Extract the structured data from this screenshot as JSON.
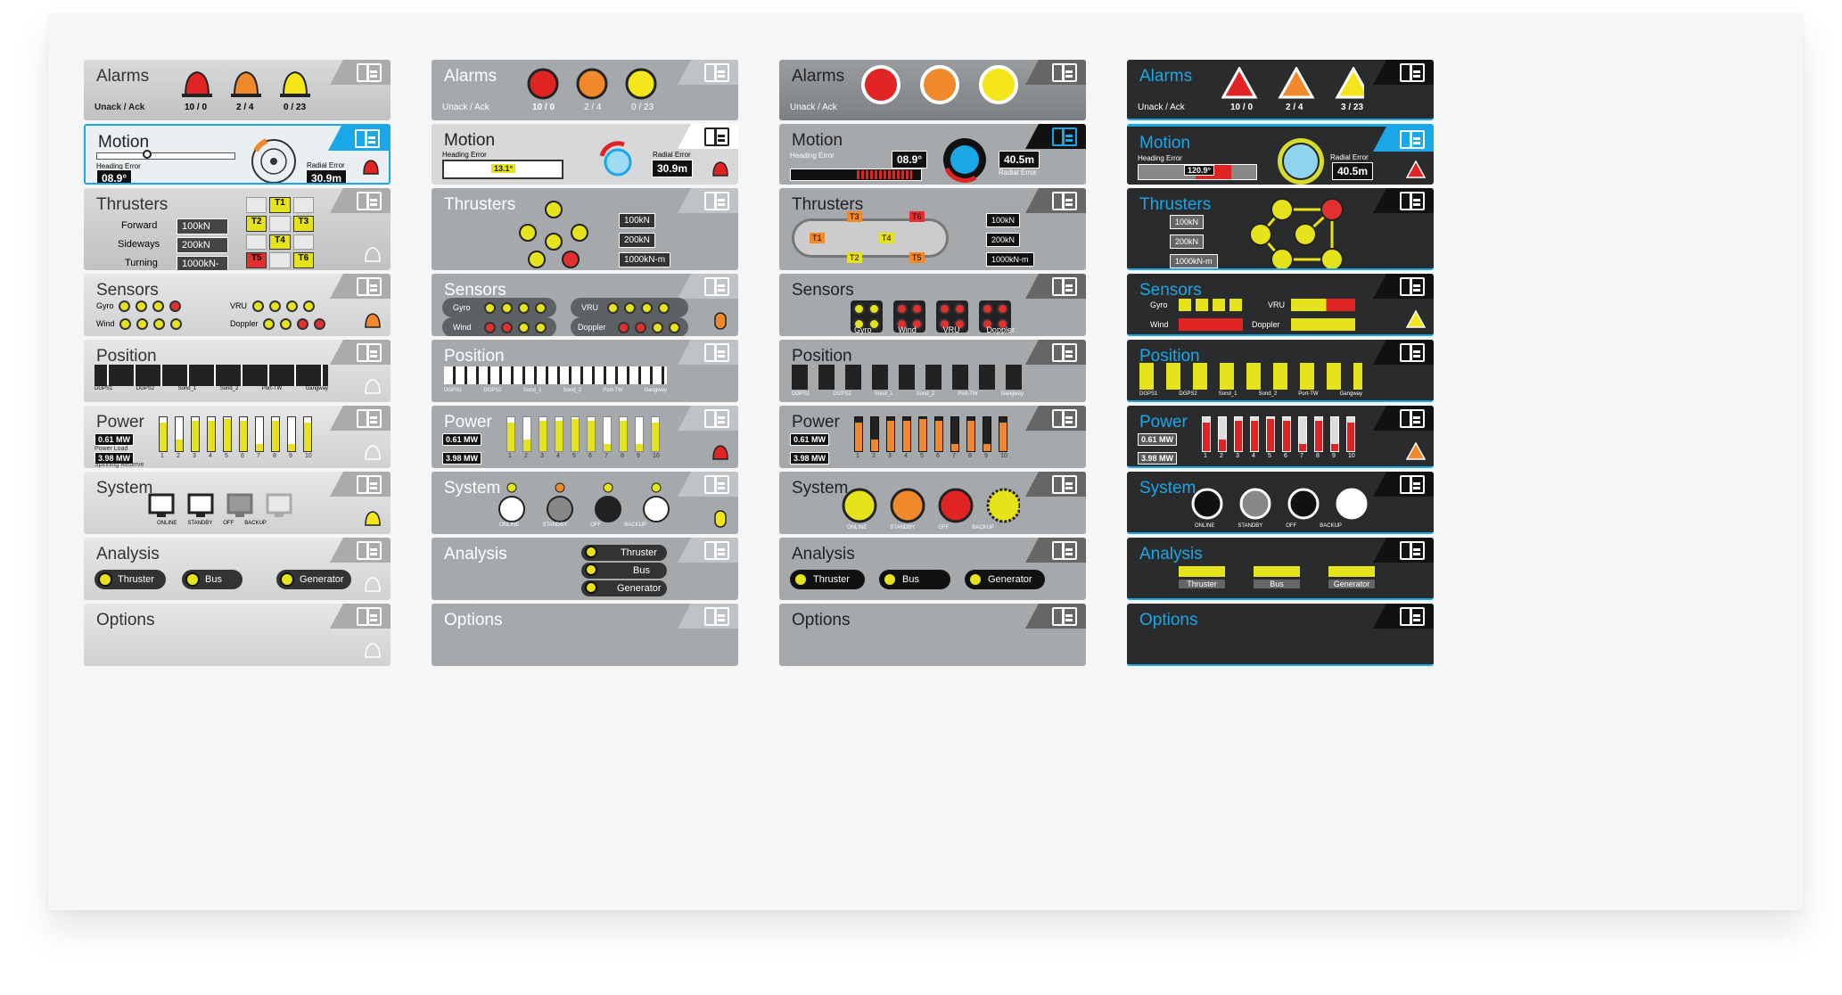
{
  "panels": {
    "alarms": "Alarms",
    "motion": "Motion",
    "thrusters": "Thrusters",
    "sensors": "Sensors",
    "position": "Position",
    "power": "Power",
    "system": "System",
    "analysis": "Analysis",
    "options": "Options"
  },
  "alarms": {
    "unack_ack": "Unack / Ack",
    "counts": [
      "10 / 0",
      "2 / 4",
      "0 / 23"
    ],
    "counts_dark": [
      "10 / 0",
      "2 / 4",
      "3 / 23"
    ]
  },
  "motion": {
    "heading_error_label": "Heading Error",
    "radial_error_label": "Radial Error",
    "heading_value": "08.9°",
    "radial_value": "30.9m",
    "heading_value_2": "13.1°",
    "radial_value_3": "40.5m",
    "heading_value_4": "120.9°"
  },
  "thrusters": {
    "forward": "Forward",
    "sideways": "Sideways",
    "turning": "Turning",
    "forward_value": "100kN",
    "sideways_value": "200kN",
    "turning_value": "1000kN-m",
    "units": [
      "T1",
      "T2",
      "T3",
      "T4",
      "T5",
      "T6"
    ]
  },
  "sensors": {
    "gyro": "Gyro",
    "vru": "VRU",
    "wind": "Wind",
    "doppler": "Doppler"
  },
  "position": {
    "labels": [
      "DGPS1",
      "DGPS2",
      "Sond_1",
      "Sond_2",
      "Port-TW",
      "Gangway"
    ]
  },
  "power": {
    "load_value": "0.61 MW",
    "load_label": "Power Load",
    "reserve_value": "3.98 MW",
    "reserve_label": "Spinning Reserve",
    "bars": [
      "1",
      "2",
      "3",
      "4",
      "5",
      "6",
      "7",
      "8",
      "9",
      "10"
    ],
    "levels": [
      0.85,
      0.35,
      0.9,
      0.9,
      0.95,
      0.9,
      0.2,
      0.9,
      0.2,
      0.85
    ]
  },
  "system": {
    "online": "ONLINE",
    "standby": "STANDBY",
    "off": "OFF",
    "backup": "BACKUP"
  },
  "analysis": {
    "thruster": "Thruster",
    "bus": "Bus",
    "generator": "Generator"
  },
  "colors": {
    "yellow": "#e6e31c",
    "orange": "#f0892b",
    "red": "#e23030",
    "accent_blue": "#1aa7e8",
    "panel_grey": "#c9cbcc",
    "dark_panel": "#2a2b2d"
  }
}
